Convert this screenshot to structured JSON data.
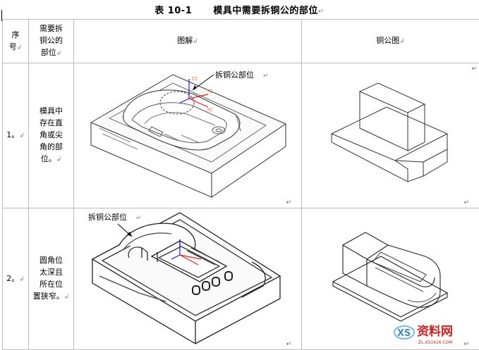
{
  "title": {
    "label": "表 10-1",
    "text": "模具中需要拆铜公的部位"
  },
  "header": {
    "seq": [
      "序",
      "号"
    ],
    "part": [
      "需要拆",
      "铜公的",
      "部位"
    ],
    "diagram": "图解",
    "electrode": "铜公图"
  },
  "rows": [
    {
      "seq": "1",
      "part": [
        "模具中",
        "存在直",
        "角或尖",
        "角的部",
        "位"
      ],
      "annotation": "拆铜公部位"
    },
    {
      "seq": "2",
      "part": [
        "圆角位",
        "太深且",
        "所在位",
        "置狭窄"
      ],
      "annotation": "拆铜公部位"
    }
  ],
  "marks": {
    "para": "↵",
    "para_alt": "↲",
    "end": "。"
  },
  "watermark": {
    "main": "资料网",
    "sub": "ZL.XS1616.COM"
  },
  "colors": {
    "border": "#bbbbbb",
    "axis_blue": "#1a1aff",
    "axis_red": "#e02020",
    "axis_orange": "#e08040",
    "watermark": "#d02020"
  }
}
